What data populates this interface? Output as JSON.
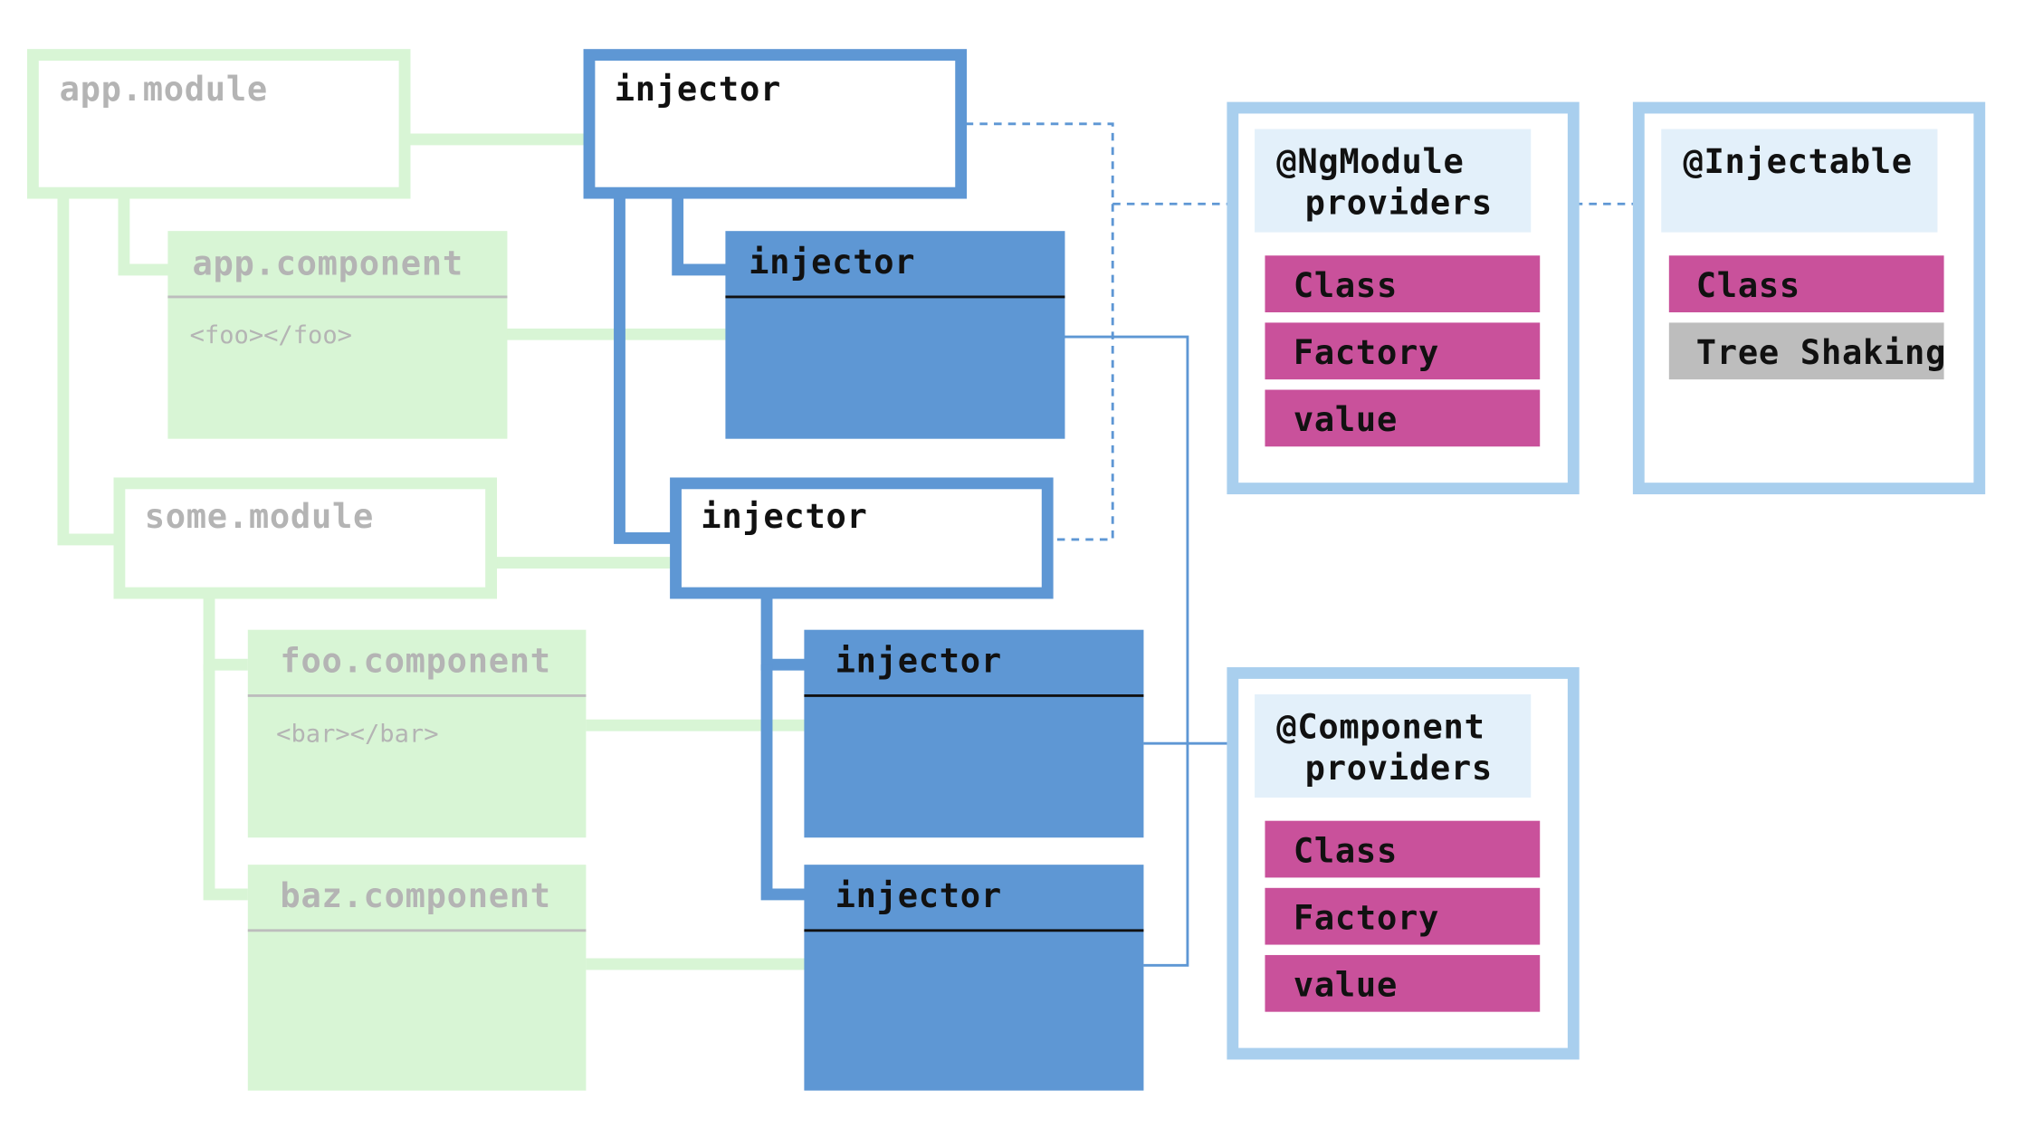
{
  "colors": {
    "module_green_border": "#d8f5d5",
    "component_green_fill": "#d8f5d5",
    "green_divider": "#bdbdbd",
    "green_text": "#b4b4b4",
    "injector_blue": "#5e97d4",
    "injector_text": "#111111",
    "provider_border": "#a9cfee",
    "provider_header_fill": "#e3f0fa",
    "provider_item_magenta": "#c9519b",
    "provider_item_gray": "#bdbdbd",
    "dashed_line": "#5e97d4",
    "thin_line": "#5e97d4"
  },
  "modules": {
    "app_module": {
      "label": "app.module"
    },
    "app_component": {
      "label": "app.component",
      "template": "<foo></foo>"
    },
    "some_module": {
      "label": "some.module"
    },
    "foo_component": {
      "label": "foo.component",
      "template": "<bar></bar>"
    },
    "baz_component": {
      "label": "baz.component"
    }
  },
  "injectors": {
    "root": {
      "label": "injector"
    },
    "app_component": {
      "label": "injector"
    },
    "some_module": {
      "label": "injector"
    },
    "foo_component": {
      "label": "injector"
    },
    "baz_component": {
      "label": "injector"
    }
  },
  "providers": {
    "ngmodule": {
      "title_line1": "@NgModule",
      "title_line2": "providers",
      "items": [
        "Class",
        "Factory",
        "value"
      ]
    },
    "injectable": {
      "title": "@Injectable",
      "items": [
        "Class",
        "Tree Shaking"
      ]
    },
    "component": {
      "title_line1": "@Component",
      "title_line2": "providers",
      "items": [
        "Class",
        "Factory",
        "value"
      ]
    }
  }
}
